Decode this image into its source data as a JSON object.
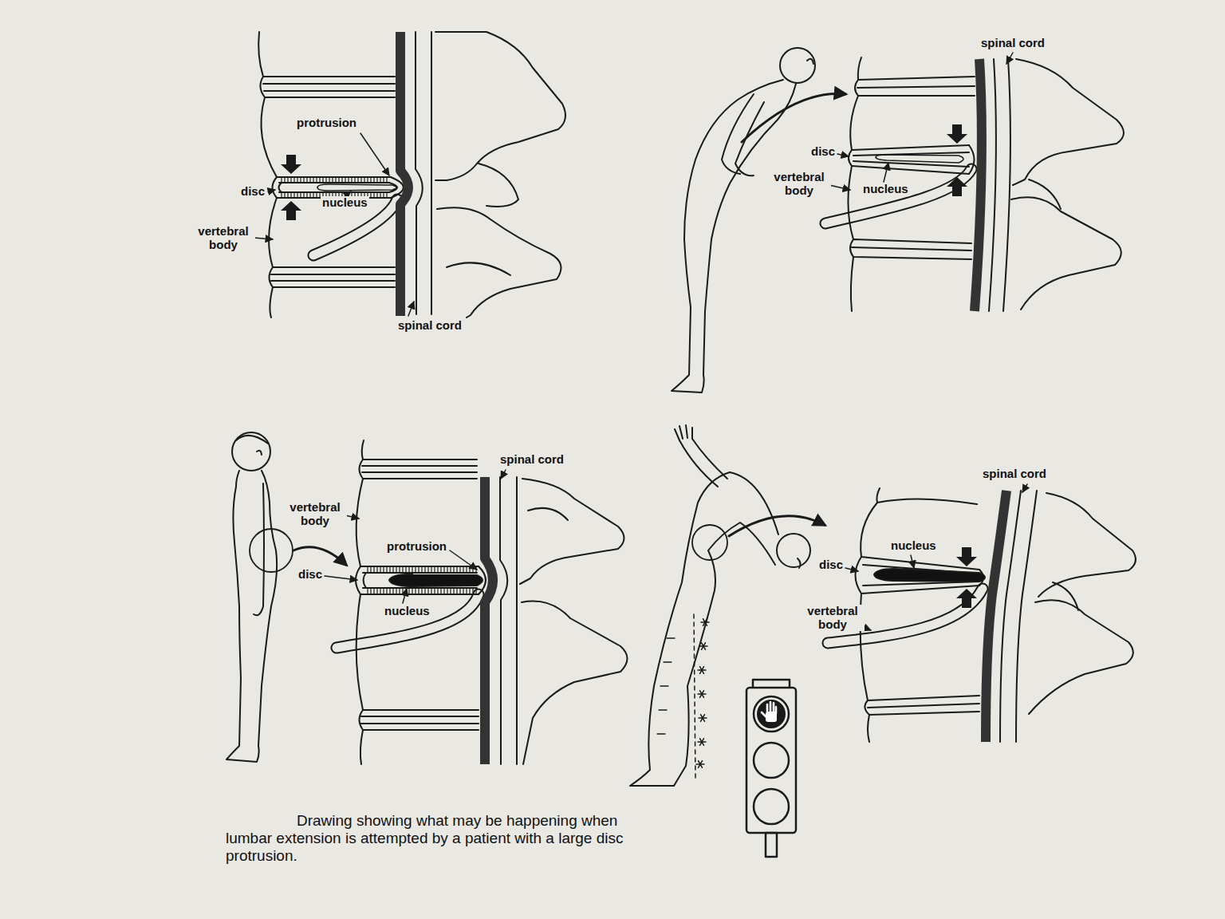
{
  "diagram": {
    "caption": "Drawing showing what may be happening when lumbar extension is attempted by a patient with a large disc protrusion.",
    "labels": [
      "protrusion",
      "disc",
      "nucleus",
      "vertebral body",
      "spinal cord",
      "spinal cord",
      "disc",
      "vertebral body",
      "nucleus",
      "spinal cord",
      "vertebral body",
      "protrusion",
      "disc",
      "nucleus",
      "spinal cord",
      "nucleus",
      "disc",
      "vertebral body"
    ]
  }
}
